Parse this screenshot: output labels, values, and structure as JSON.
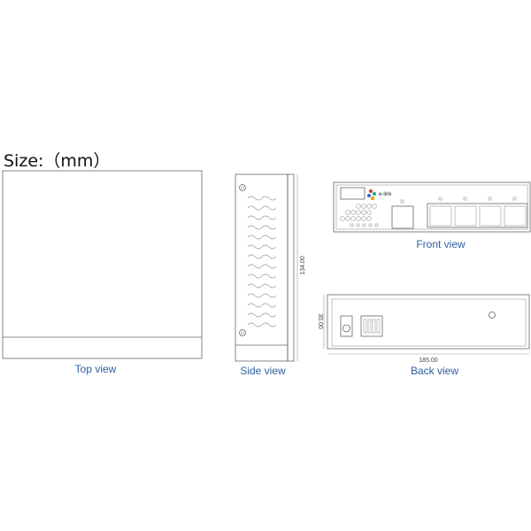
{
  "title": "Size:（mm）",
  "views": {
    "top": {
      "label": "Top view"
    },
    "side": {
      "label": "Side view",
      "dimension": "134.00"
    },
    "front": {
      "label": "Front view",
      "logo_text": "e-link"
    },
    "back": {
      "label": "Back view",
      "height_dimension": "35.00",
      "width_dimension": "185.00"
    }
  },
  "colors": {
    "label": "#2f5f9e",
    "line": "#666666"
  }
}
